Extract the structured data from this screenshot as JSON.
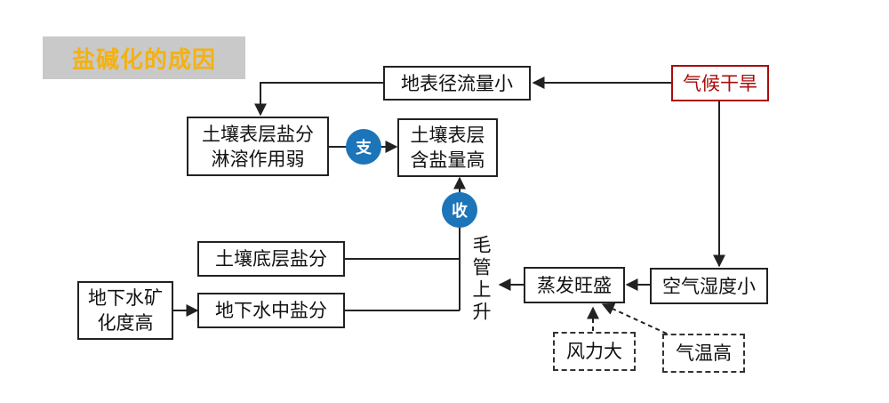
{
  "title": "盐碱化的成因",
  "nodes": {
    "drought": "气候干旱",
    "runoff_small": "地表径流量小",
    "leaching_weak": [
      "土壤表层盐分",
      "淋溶作用弱"
    ],
    "surface_salt_high": [
      "土壤表层",
      "含盐量高"
    ],
    "bottom_salt": "土壤底层盐分",
    "groundwater_salt": "地下水中盐分",
    "groundwater_mineral": [
      "地下水矿",
      "化度高"
    ],
    "evaporation": "蒸发旺盛",
    "humidity_low": "空气湿度小",
    "wind": "风力大",
    "temp_high": "气温高"
  },
  "badges": {
    "expense": "支",
    "income": "收"
  },
  "capillary_label": "毛管上升",
  "colors": {
    "title_bg": "#c9c9c9",
    "title_text": "#f3b112",
    "badge": "#1c74b9",
    "accent_border": "#a80d0d"
  }
}
